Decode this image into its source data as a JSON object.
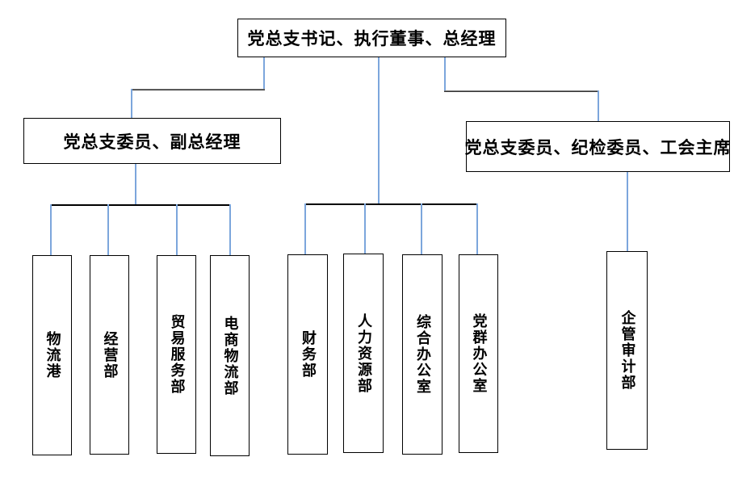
{
  "org": {
    "root": "党总支书记、执行董事、总经理",
    "deputy": "党总支委员、副总经理",
    "supervisor": "党总支委员、纪检委员、工会主席",
    "deputy_departments": [
      "物流港",
      "经营部",
      "贸易服务部",
      "电商物流部"
    ],
    "root_departments": [
      "财务部",
      "人力资源部",
      "综合办公室",
      "党群办公室"
    ],
    "supervisor_departments": [
      "企管审计部"
    ]
  },
  "colors": {
    "background": "#ffffff",
    "box_border": "#000000",
    "text": "#000000",
    "connector_vertical": "#7ca6dc",
    "connector_horizontal_dark": "#1a1a1a",
    "connector_horizontal_light": "#909090",
    "distributor": "#000000"
  }
}
